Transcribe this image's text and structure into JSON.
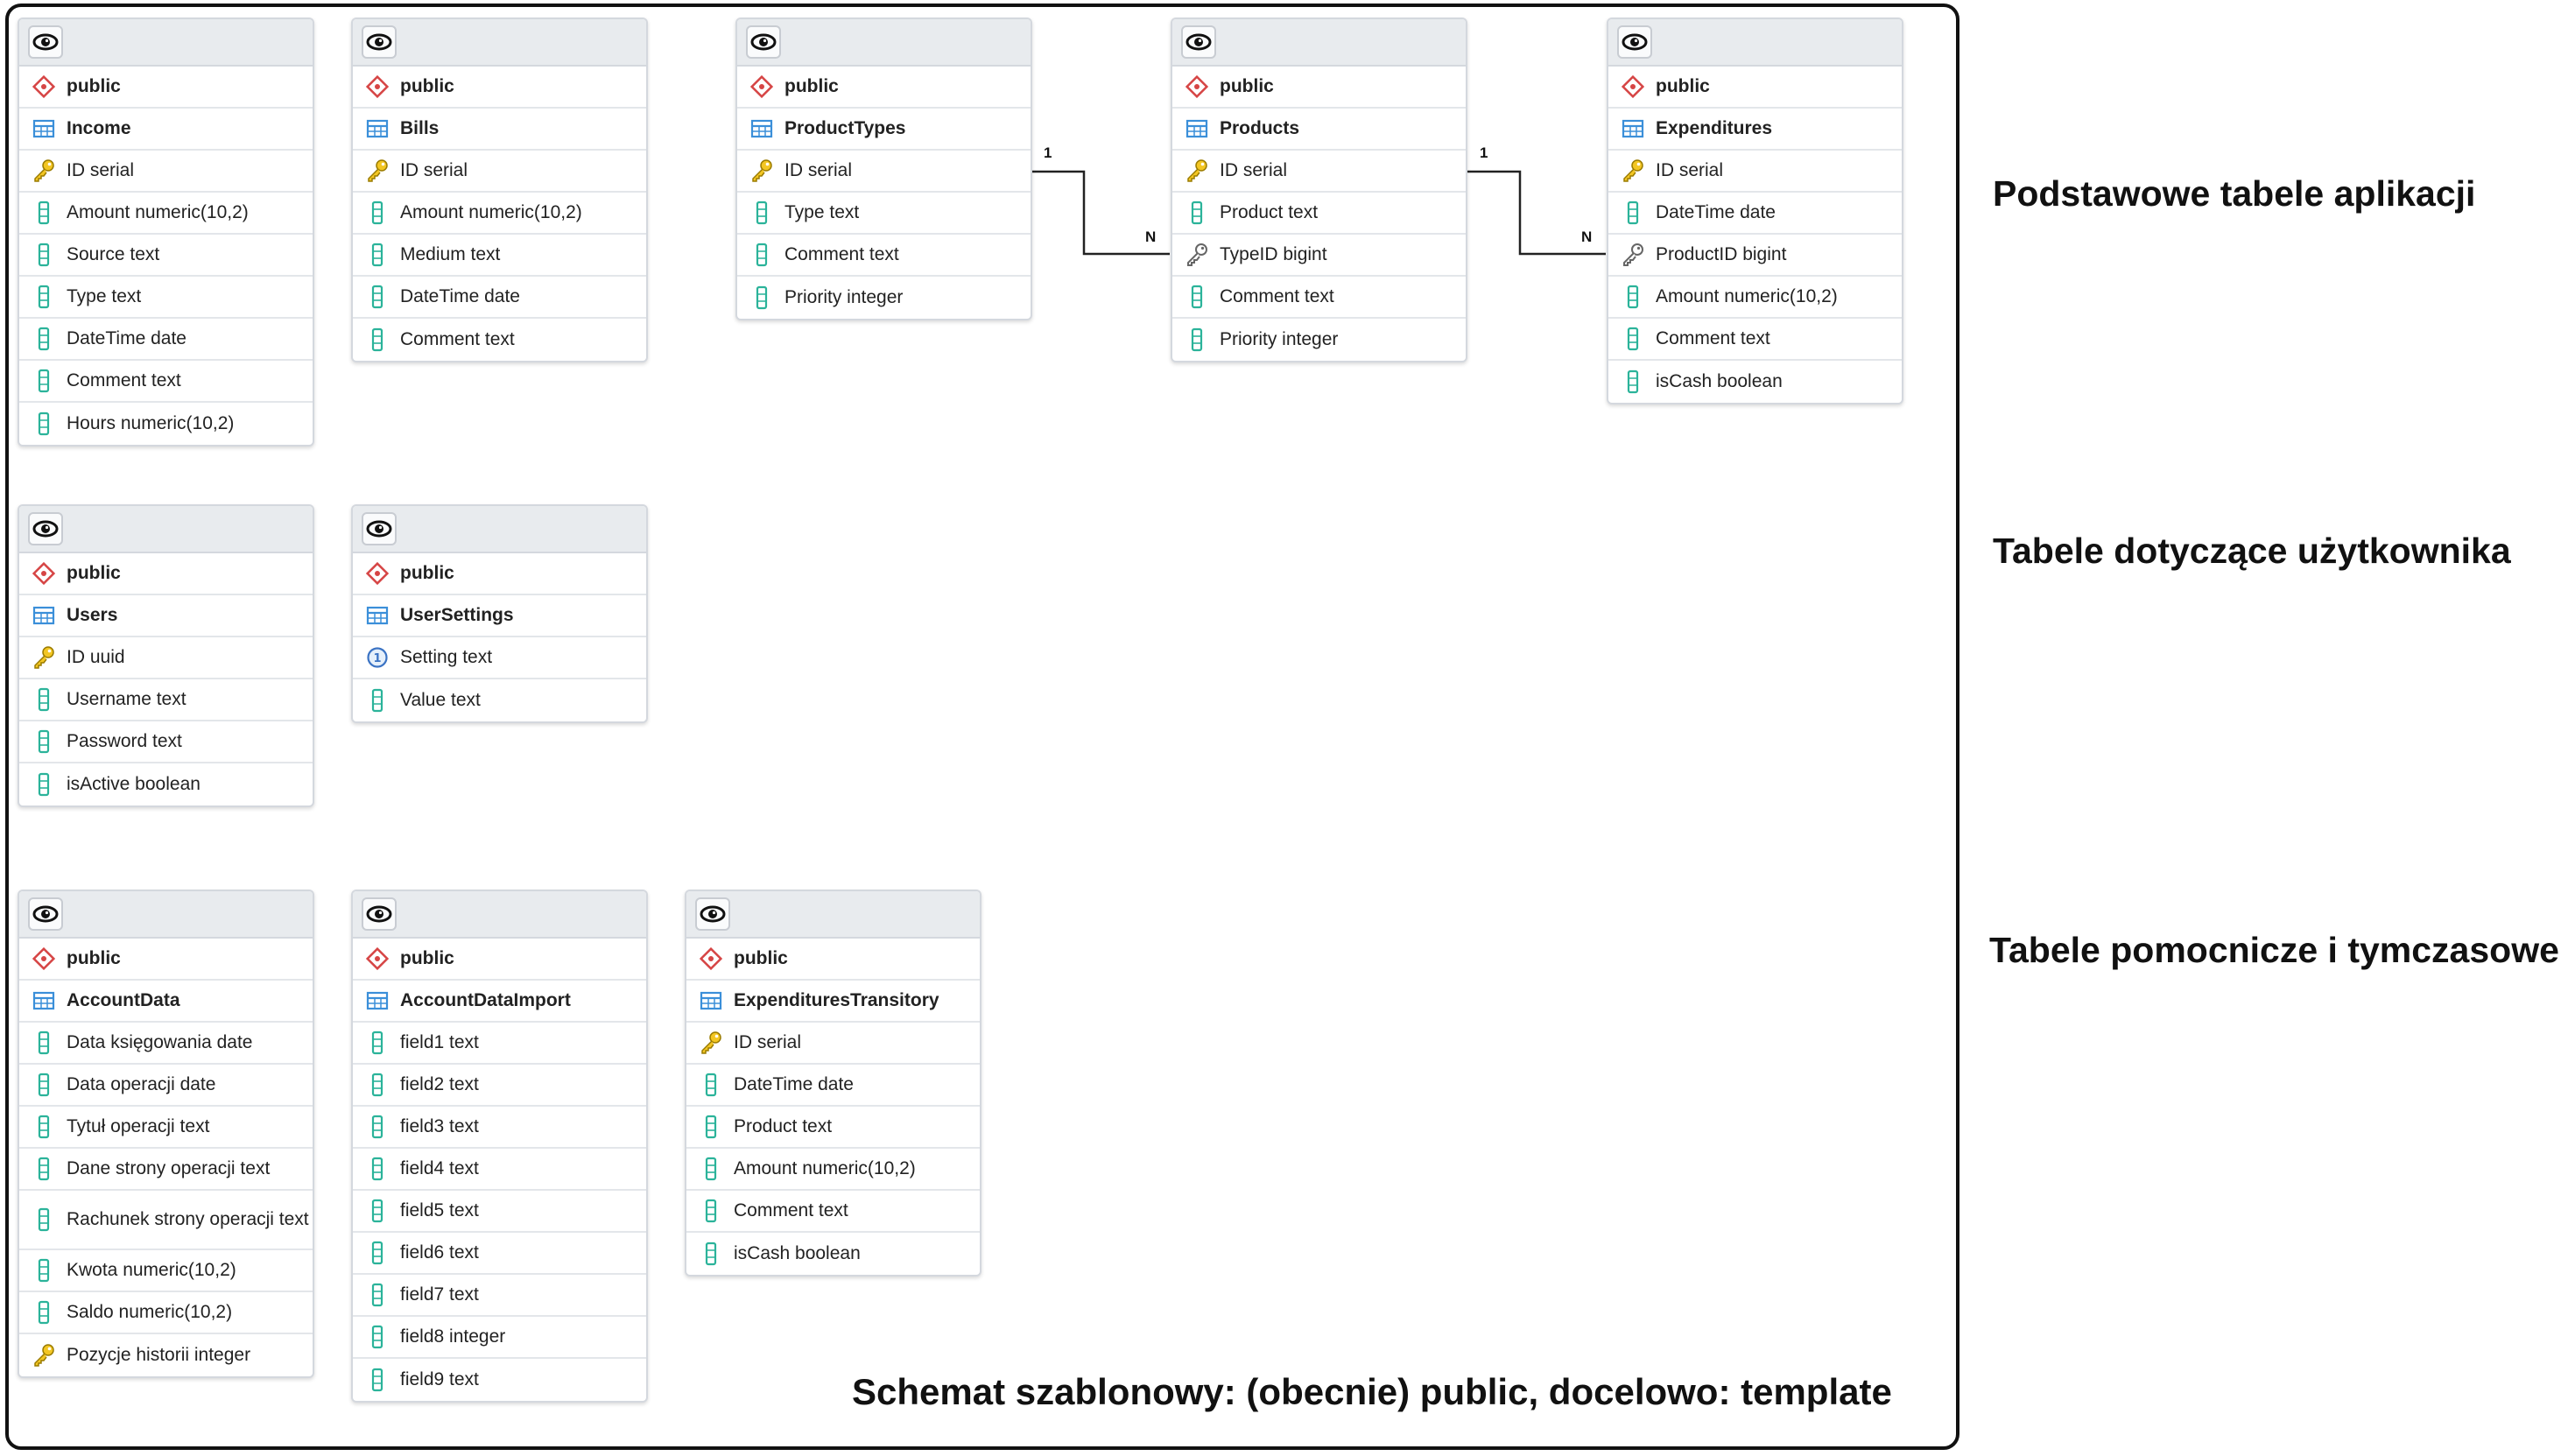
{
  "headings": {
    "core": "Podstawowe tabele aplikacji",
    "user": "Tabele dotyczące użytkownika",
    "aux": "Tabele pomocnicze i tymczasowe",
    "schema": "Schemat szablonowy: (obecnie) public, docelowo: template"
  },
  "tables": {
    "income": {
      "schema": "public",
      "name": "Income",
      "columns": [
        "ID serial",
        "Amount numeric(10,2)",
        "Source text",
        "Type text",
        "DateTime date",
        "Comment text",
        "Hours numeric(10,2)"
      ]
    },
    "bills": {
      "schema": "public",
      "name": "Bills",
      "columns": [
        "ID serial",
        "Amount numeric(10,2)",
        "Medium text",
        "DateTime date",
        "Comment text"
      ]
    },
    "producttypes": {
      "schema": "public",
      "name": "ProductTypes",
      "columns": [
        "ID serial",
        "Type text",
        "Comment text",
        "Priority integer"
      ]
    },
    "products": {
      "schema": "public",
      "name": "Products",
      "columns": [
        "ID serial",
        "Product text",
        "TypeID bigint",
        "Comment text",
        "Priority integer"
      ]
    },
    "expenditures": {
      "schema": "public",
      "name": "Expenditures",
      "columns": [
        "ID serial",
        "DateTime date",
        "ProductID bigint",
        "Amount numeric(10,2)",
        "Comment text",
        "isCash boolean"
      ]
    },
    "users": {
      "schema": "public",
      "name": "Users",
      "columns": [
        "ID uuid",
        "Username text",
        "Password text",
        "isActive boolean"
      ]
    },
    "usersettings": {
      "schema": "public",
      "name": "UserSettings",
      "columns": [
        "Setting text",
        "Value text"
      ]
    },
    "accountdata": {
      "schema": "public",
      "name": "AccountData",
      "columns": [
        "Data księgowania date",
        "Data operacji date",
        "Tytuł operacji text",
        "Dane strony operacji text",
        "Rachunek strony operacji text",
        "Kwota numeric(10,2)",
        "Saldo numeric(10,2)",
        "Pozycje historii integer"
      ]
    },
    "accountdataimport": {
      "schema": "public",
      "name": "AccountDataImport",
      "columns": [
        "field1 text",
        "field2 text",
        "field3 text",
        "field4 text",
        "field5 text",
        "field6 text",
        "field7 text",
        "field8 integer",
        "field9 text"
      ]
    },
    "exptransitory": {
      "schema": "public",
      "name": "ExpendituresTransitory",
      "columns": [
        "ID serial",
        "DateTime date",
        "Product text",
        "Amount numeric(10,2)",
        "Comment text",
        "isCash boolean"
      ]
    }
  },
  "relations": [
    {
      "from": "ProductTypes",
      "to": "Products",
      "one": "1",
      "many": "N"
    },
    {
      "from": "Products",
      "to": "Expenditures",
      "one": "1",
      "many": "N"
    }
  ],
  "icon_colors": {
    "key": "#e6b800",
    "column": "#2bb39a",
    "table": "#3b8fd9",
    "schema": "#d64545"
  }
}
